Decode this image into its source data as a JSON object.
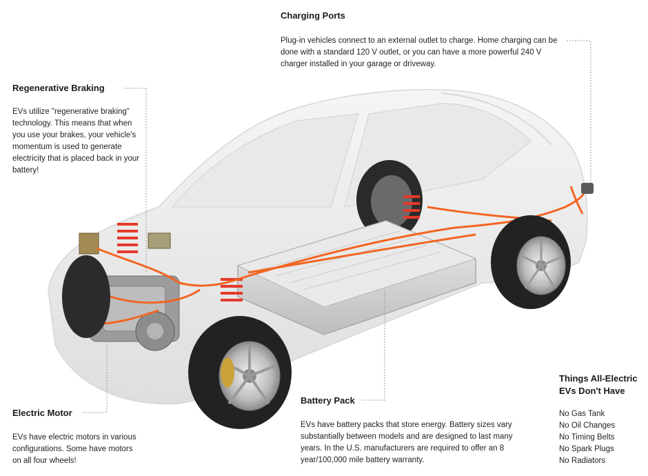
{
  "sections": {
    "charging": {
      "title": "Charging Ports",
      "text": "Plug-in vehicles connect to an external outlet to charge. Home charging can be done with a standard 120 V outlet, or you can have a more powerful 240 V charger installed in your garage or driveway."
    },
    "braking": {
      "title": "Regenerative Braking",
      "text": "EVs utilize \"regenerative braking\" technology. This means that when you use your brakes, your vehicle's momentum is used to generate electricity that is placed back in your battery!"
    },
    "motor": {
      "title": "Electric Motor",
      "text": "EVs have electric motors in various configurations. Some have motors on all four wheels!"
    },
    "battery": {
      "title": "Battery Pack",
      "text": "EVs have battery packs that store energy. Battery sizes vary substantially between models and are designed to last many years. In the U.S. manufacturers are required to offer an 8 year/100,000 mile battery warranty."
    },
    "nothave": {
      "title_line1": "Things All-Electric",
      "title_line2": "EVs Don't Have",
      "items": [
        "No Gas Tank",
        "No Oil Changes",
        "No Timing Belts",
        "No Spark Plugs",
        "No Radiators"
      ]
    }
  },
  "colors": {
    "wiring": "#f26522",
    "spring": "#e53a2a",
    "leader": "#999999",
    "tire": "#222222"
  }
}
